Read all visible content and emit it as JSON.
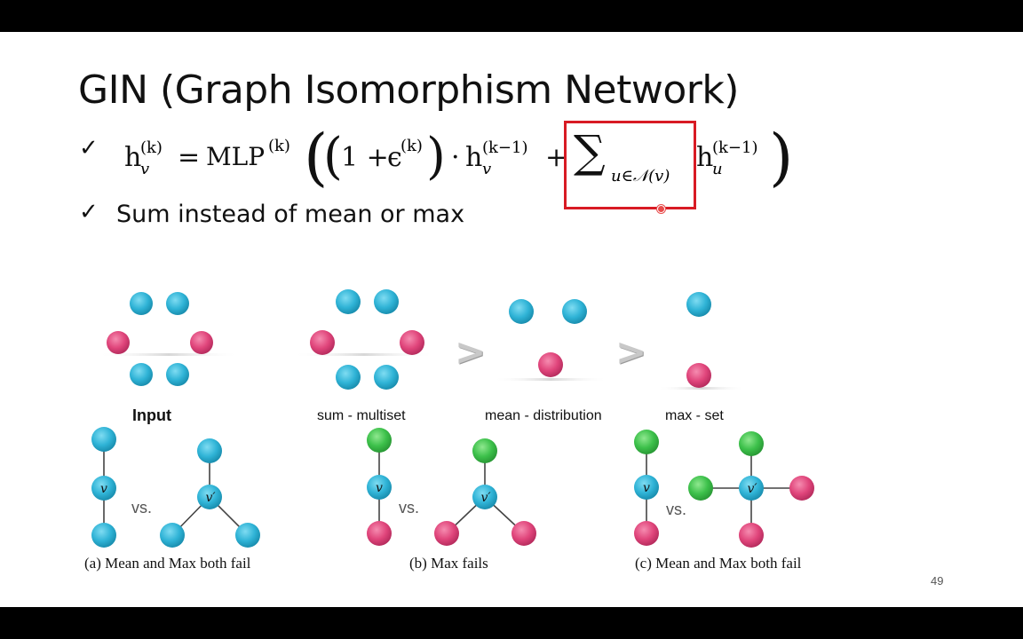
{
  "slide": {
    "title": "GIN (Graph Isomorphism Network)",
    "page_number": "49"
  },
  "bullets": [
    {
      "check_icon": "check-icon",
      "formula": {
        "lhs_h": "h",
        "lhs_sub": "v",
        "lhs_sup": "(k)",
        "eq": "=",
        "mlp": "MLP",
        "mlp_sup": "(k)",
        "one_plus": "1 + ",
        "eps": "ϵ",
        "eps_sup": "(k)",
        "dot": "·",
        "h2": "h",
        "h2_sub": "v",
        "h2_sup": "(k−1)",
        "plus": "+",
        "sum": "∑",
        "sum_sub": "u∈𝒩(v)",
        "h3": "h",
        "h3_sub": "u",
        "h3_sup": "(k−1)"
      }
    },
    {
      "check_icon": "check-icon",
      "text": "Sum instead of mean or max"
    }
  ],
  "aggregation": {
    "labels": [
      "Input",
      "sum - multiset",
      "mean - distribution",
      "max - set"
    ],
    "comparison": ">",
    "colors": {
      "blue": "#2fb3d6",
      "pink": "#e0457b",
      "green": "#3cc04a"
    }
  },
  "failure_cases": {
    "vs_label": "vs.",
    "node_v": "v",
    "node_vp": "v′",
    "captions": [
      "(a) Mean and Max both fail",
      "(b) Max fails",
      "(c) Mean and Max both fail"
    ]
  }
}
